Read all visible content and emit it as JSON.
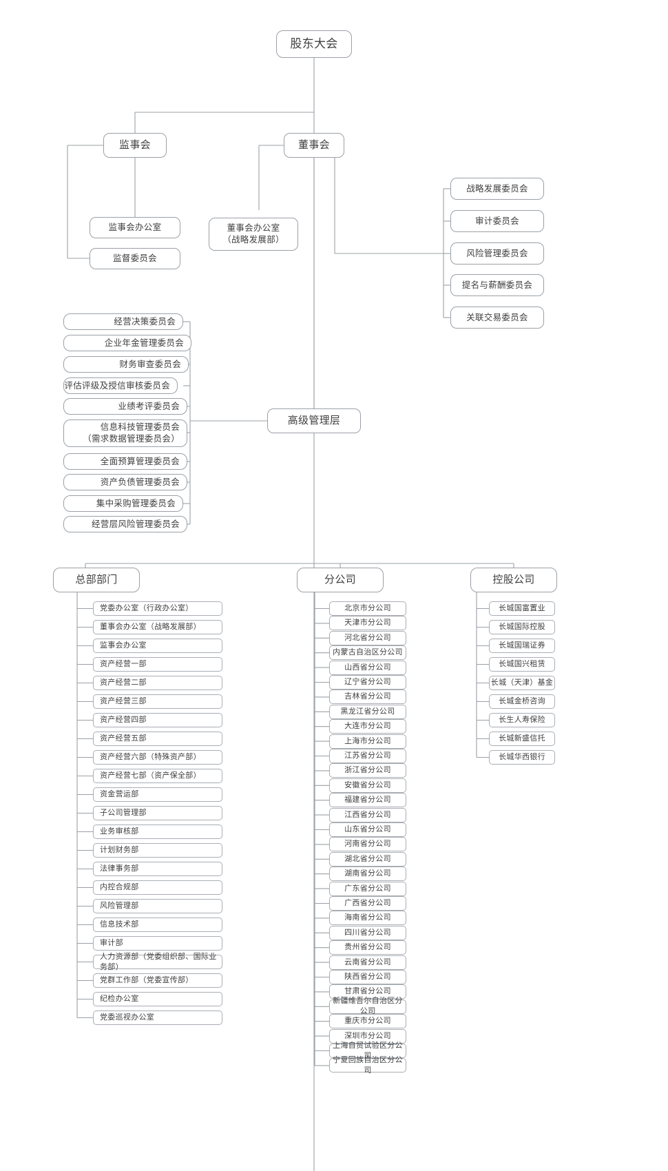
{
  "diagram": {
    "title_node": "股东大会",
    "supervisory_board": "监事会",
    "board_of_directors": "董事会",
    "supervisory_offices": [
      "监事会办公室",
      "监督委员会"
    ],
    "board_office": "董事会办公室\n（战略发展部）",
    "board_committees": [
      "战略发展委员会",
      "审计委员会",
      "风险管理委员会",
      "提名与薪酬委员会",
      "关联交易委员会"
    ],
    "senior_management": "高级管理层",
    "management_committees": [
      "经营决策委员会",
      "企业年金管理委员会",
      "财务审查委员会",
      "评估评级及授信审核委员会",
      "业绩考评委员会",
      "信息科技管理委员会\n（需求数据管理委员会）",
      "全面预算管理委员会",
      "资产负债管理委员会",
      "集中采购管理委员会",
      "经营层风险管理委员会"
    ],
    "groups": {
      "headquarters": {
        "label": "总部部门",
        "items": [
          "党委办公室（行政办公室）",
          "董事会办公室（战略发展部）",
          "监事会办公室",
          "资产经营一部",
          "资产经营二部",
          "资产经营三部",
          "资产经营四部",
          "资产经营五部",
          "资产经营六部（特殊资产部）",
          "资产经营七部（资产保全部）",
          "资金营运部",
          "子公司管理部",
          "业务审核部",
          "计划财务部",
          "法律事务部",
          "内控合规部",
          "风险管理部",
          "信息技术部",
          "审计部",
          "人力资源部（党委组织部、国际业务部）",
          "党群工作部（党委宣传部）",
          "纪检办公室",
          "党委巡视办公室"
        ]
      },
      "branches": {
        "label": "分公司",
        "items": [
          "北京市分公司",
          "天津市分公司",
          "河北省分公司",
          "内蒙古自治区分公司",
          "山西省分公司",
          "辽宁省分公司",
          "吉林省分公司",
          "黑龙江省分公司",
          "大连市分公司",
          "上海市分公司",
          "江苏省分公司",
          "浙江省分公司",
          "安徽省分公司",
          "福建省分公司",
          "江西省分公司",
          "山东省分公司",
          "河南省分公司",
          "湖北省分公司",
          "湖南省分公司",
          "广东省分公司",
          "广西省分公司",
          "海南省分公司",
          "四川省分公司",
          "贵州省分公司",
          "云南省分公司",
          "陕西省分公司",
          "甘肃省分公司",
          "新疆维吾尔自治区分公司",
          "重庆市分公司",
          "深圳市分公司",
          "上海自贸试验区分公司",
          "宁夏回族自治区分公司"
        ]
      },
      "holdings": {
        "label": "控股公司",
        "items": [
          "长城国富置业",
          "长城国际控股",
          "长城国瑞证券",
          "长城国兴租赁",
          "长城（天津）基金",
          "长城金桥咨询",
          "长生人寿保险",
          "长城新盛信托",
          "长城华西银行"
        ]
      }
    },
    "colors": {
      "line": "#9aa0a6",
      "border": "#9aa0a6",
      "text": "#3f3f3f",
      "background": "#ffffff"
    }
  }
}
